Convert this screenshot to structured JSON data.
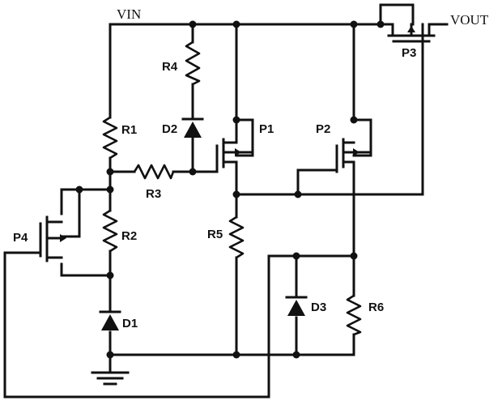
{
  "nets": {
    "vin": "VIN",
    "vout": "VOUT"
  },
  "resistors": {
    "r1": "R1",
    "r2": "R2",
    "r3": "R3",
    "r4": "R4",
    "r5": "R5",
    "r6": "R6"
  },
  "diodes": {
    "d1": "D1",
    "d2": "D2",
    "d3": "D3"
  },
  "transistors": {
    "p1": "P1",
    "p2": "P2",
    "p3": "P3",
    "p4": "P4"
  }
}
